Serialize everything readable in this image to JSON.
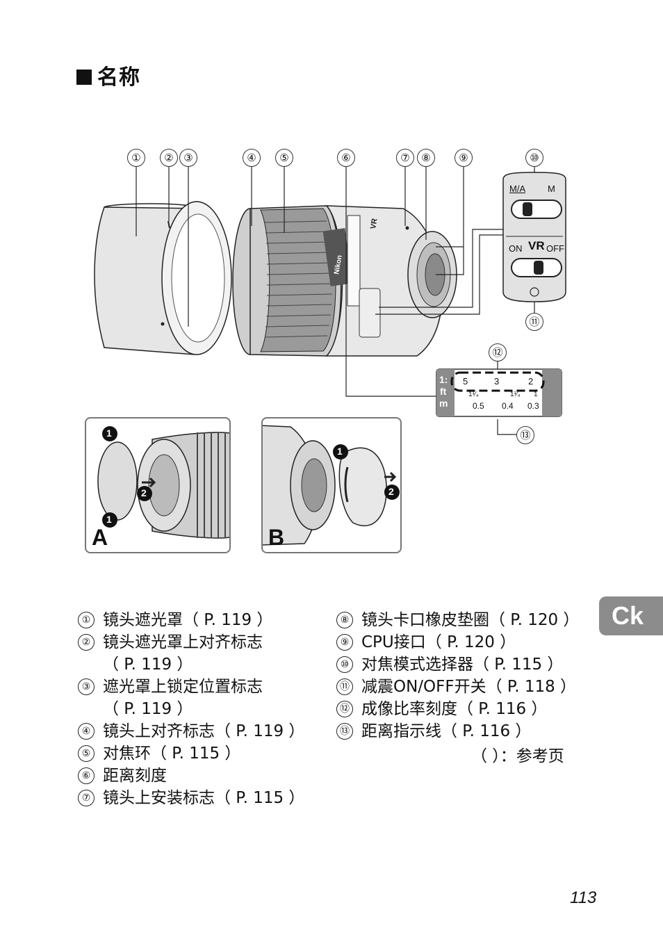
{
  "heading": "名称",
  "callouts": [
    "①",
    "②",
    "③",
    "④",
    "⑤",
    "⑥",
    "⑦",
    "⑧",
    "⑨",
    "⑩",
    "⑪",
    "⑫",
    "⑬"
  ],
  "switch_panel": {
    "focus_ma": "M/A",
    "focus_m": "M",
    "vr": "VR",
    "vr_on": "ON",
    "vr_off": "OFF"
  },
  "distance_scale": {
    "ratio_label": "1:",
    "ft_label": "ft",
    "m_label": "m",
    "ratio_values": [
      "5",
      "3",
      "2"
    ],
    "ft_values": [
      "1¹⁄₄ ",
      "1¹⁄₄",
      "1"
    ],
    "m_values": [
      "0.5",
      "0.4",
      "0.3"
    ]
  },
  "inset_a": {
    "letter": "A",
    "steps": [
      "1",
      "2",
      "1"
    ]
  },
  "inset_b": {
    "letter": "B",
    "steps": [
      "1",
      "2"
    ]
  },
  "brand": "Nikon",
  "lens_mark": "VR",
  "parts_left": [
    {
      "num": "①",
      "text": "镜头遮光罩（ P. 119 ）"
    },
    {
      "num": "②",
      "text": "镜头遮光罩上对齐标志",
      "cont": "（ P. 119 ）"
    },
    {
      "num": "③",
      "text": "遮光罩上锁定位置标志",
      "cont": "（ P. 119 ）"
    },
    {
      "num": "④",
      "text": "镜头上对齐标志（ P. 119 ）"
    },
    {
      "num": "⑤",
      "text": "对焦环（ P. 115 ）"
    },
    {
      "num": "⑥",
      "text": "距离刻度"
    },
    {
      "num": "⑦",
      "text": "镜头上安装标志（ P. 115 ）"
    }
  ],
  "parts_right": [
    {
      "num": "⑧",
      "text": "镜头卡口橡皮垫圈（ P. 120 ）"
    },
    {
      "num": "⑨",
      "text": "CPU接口（ P. 120 ）"
    },
    {
      "num": "⑩",
      "text": "对焦模式选择器（ P. 115 ）"
    },
    {
      "num": "⑪",
      "text": "减震ON/OFF开关（ P. 118 ）"
    },
    {
      "num": "⑫",
      "text": "成像比率刻度（ P. 116 ）"
    },
    {
      "num": "⑬",
      "text": "距离指示线（ P. 116 ）"
    }
  ],
  "reference_note": "（    ）：参考页",
  "side_tab": "Ck",
  "page_number": "113"
}
